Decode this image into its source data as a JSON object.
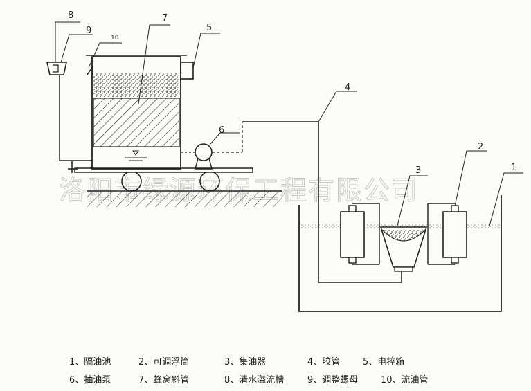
{
  "watermark": "洛阳市绿源环保工程有限公司",
  "callouts": {
    "c1": "1",
    "c2": "2",
    "c3": "3",
    "c4": "4",
    "c5": "5",
    "c6": "6",
    "c7": "7",
    "c8": "8",
    "c9": "9",
    "c10": "10"
  },
  "legend": {
    "row1": [
      "1、隔油池",
      "2、可调浮筒",
      "3、集油器",
      "4、胶管",
      "5、电控箱"
    ],
    "row2": [
      "6、抽油泵",
      "7、蜂窝斜管",
      "8、清水溢流槽",
      "9、调整螺母",
      "10、流油管"
    ]
  }
}
